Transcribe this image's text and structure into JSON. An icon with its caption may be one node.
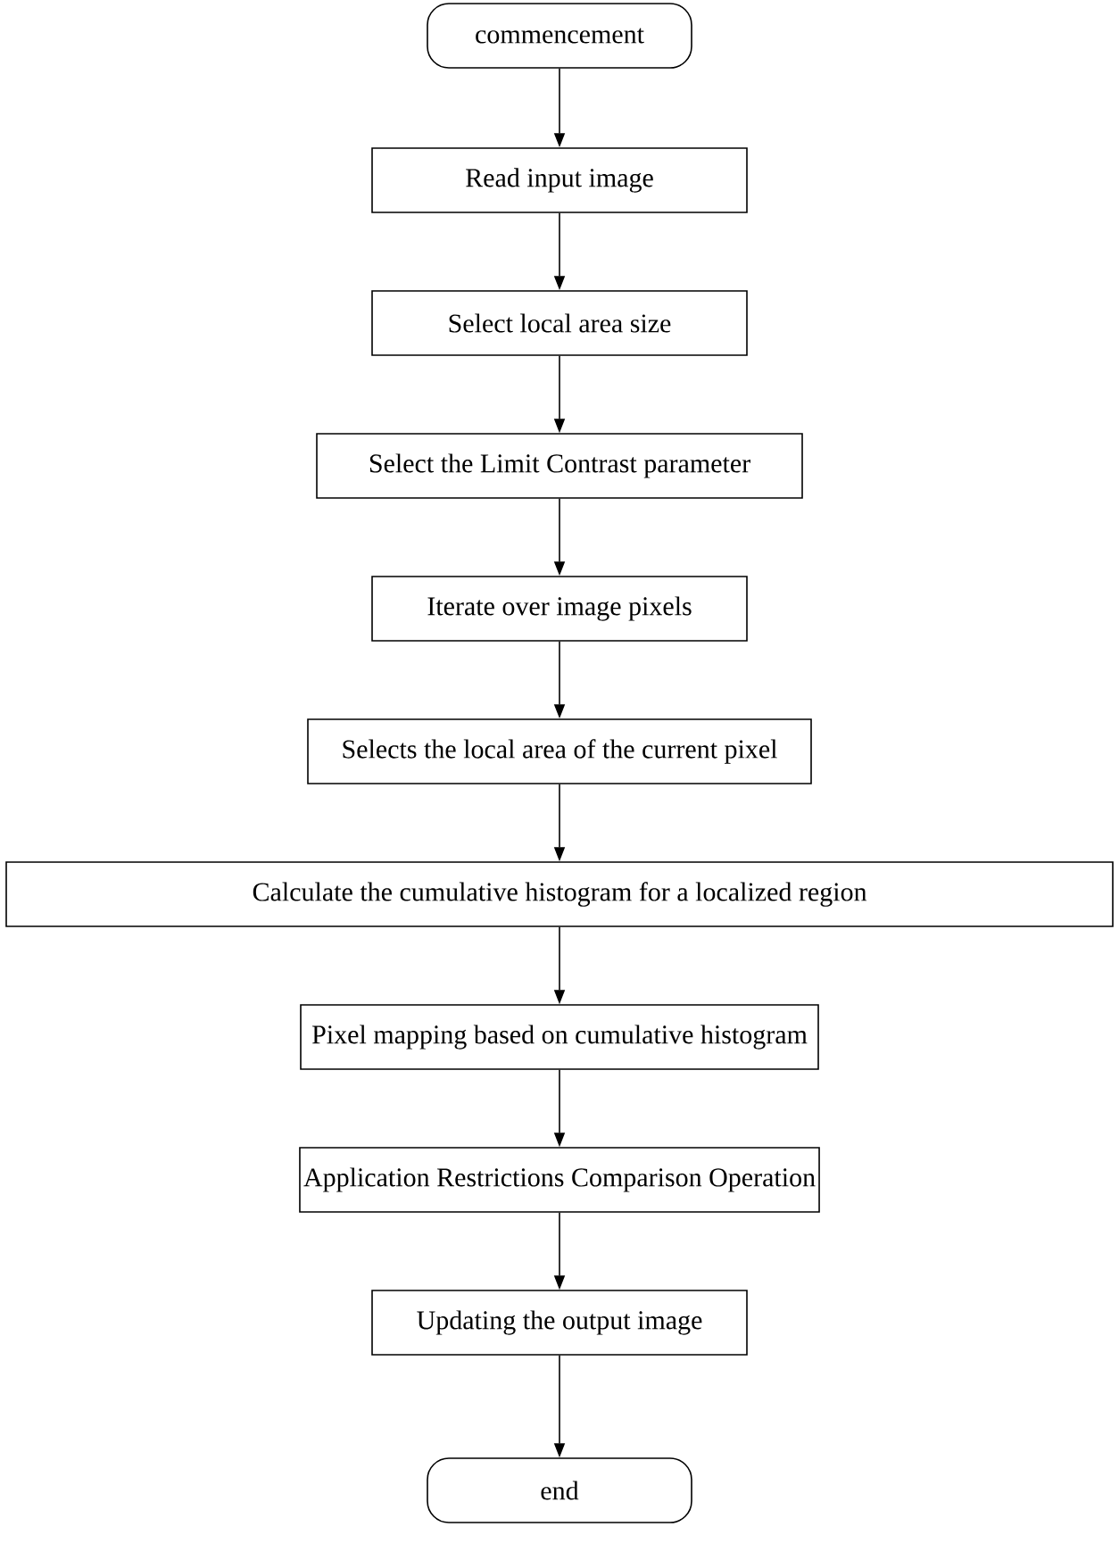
{
  "diagram": {
    "nodes": [
      {
        "text": [
          "commencement"
        ]
      },
      {
        "text": [
          "Read input image"
        ]
      },
      {
        "text": [
          "Select local area size"
        ]
      },
      {
        "text": [
          "Select the Limit Contrast parameter"
        ]
      },
      {
        "text": [
          "Iterate over image pixels"
        ]
      },
      {
        "text": [
          "Selects the local area of the current pixel"
        ]
      },
      {
        "text": [
          "Calculate the cumulative histogram for a localized region"
        ]
      },
      {
        "text": [
          "Pixel mapping based on cumulative histogram"
        ]
      },
      {
        "text": [
          "Application Restrictions Comparison Operation"
        ]
      },
      {
        "text": [
          "Updating the output image"
        ]
      },
      {
        "text": [
          "end"
        ]
      }
    ],
    "edges": [
      {
        "from": 0,
        "to": 1,
        "arrow": "to"
      },
      {
        "from": 1,
        "to": 2,
        "arrow": "to"
      },
      {
        "from": 2,
        "to": 3,
        "arrow": "to"
      },
      {
        "from": 3,
        "to": 4,
        "arrow": "to"
      },
      {
        "from": 4,
        "to": 5,
        "arrow": "to"
      },
      {
        "from": 5,
        "to": 6,
        "arrow": "to"
      },
      {
        "from": 6,
        "to": 7,
        "arrow": "to"
      },
      {
        "from": 7,
        "to": 8,
        "arrow": "to"
      },
      {
        "from": 8,
        "to": 9,
        "arrow": "to"
      },
      {
        "from": 9,
        "to": 10,
        "arrow": "to"
      }
    ]
  }
}
